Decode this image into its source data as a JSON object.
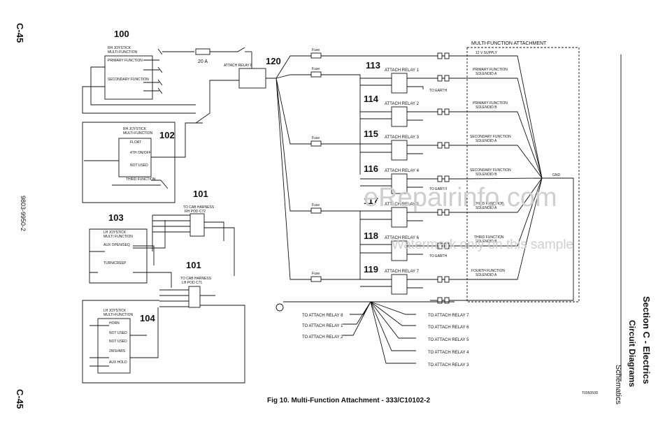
{
  "page": {
    "page_code": "C-45",
    "doc_number": "9803-9950-2",
    "figure_caption": "Fig 10. Multi-Function Attachment - 333/C10102-2",
    "figure_ref": "T095050D",
    "section_title": "Section C - Electrics",
    "section_sub": "Circuit Diagrams",
    "section_sub2": "Schematics"
  },
  "watermark": {
    "line1": "eRepairinfo.com",
    "line2": "Watermark only on this sample"
  },
  "blocks": {
    "b100": {
      "num": "100",
      "title": [
        "RH JOYSTICK",
        "MULTI-FUNCTION"
      ],
      "rows": [
        "PRIMARY FUNCTION",
        "SECONDARY FUNCTION"
      ]
    },
    "b102": {
      "num": "102",
      "title": [
        "RH JOYSTICK",
        "MULTI-FUNCTION"
      ],
      "rows": [
        "FLOAT",
        "4TH ON/OFF",
        "NOT USED",
        "THIRD FUNCTION"
      ]
    },
    "b101a": {
      "num": "101",
      "title": [
        "TO CAB HARNESS",
        "RH POD C72"
      ]
    },
    "b103": {
      "num": "103",
      "title": [
        "LH JOYSTICK",
        "MULTI FUNCTION"
      ],
      "rows": [
        "AUX OPEN/SEQ",
        "TURN/CREEP"
      ]
    },
    "b101b": {
      "num": "101",
      "title": [
        "TO CAB HARNESS",
        "LH POD C71"
      ]
    },
    "b104": {
      "num": "104",
      "title": [
        "LH JOYSTICK",
        "MULTI-FUNCTION"
      ],
      "rows": [
        "HORN",
        "NOT USED",
        "NOT USED",
        "2WS/4WS",
        "AUX HOLD"
      ]
    },
    "b120": {
      "num": "120",
      "title": "ATTACH RELAY 8"
    },
    "fuse20": "20 A"
  },
  "relays": [
    {
      "num": "113",
      "label": "ATTACH RELAY 1"
    },
    {
      "num": "114",
      "label": "ATTACH RELAY 2"
    },
    {
      "num": "115",
      "label": "ATTACH RELAY 3"
    },
    {
      "num": "116",
      "label": "ATTACH RELAY 4"
    },
    {
      "num": "117",
      "label": "ATTACH RELAY 5"
    },
    {
      "num": "118",
      "label": "ATTACH RELAY 6"
    },
    {
      "num": "119",
      "label": "ATTACH RELAY 7"
    }
  ],
  "earth_label": "TO EARTH",
  "fuse_label": "Fuse",
  "mfa": {
    "title": "MULTI-FUNCTION ATTACHMENT",
    "supply": "12 V SUPPLY",
    "solenoids": [
      [
        "PRIMARY FUNCTION",
        "SOLENOID A"
      ],
      [
        "PRIMARY FUNCTION",
        "SOLENOID B"
      ],
      [
        "SECONDARY FUNCTION",
        "SOLENOID A"
      ],
      [
        "SECONDARY FUNCTION",
        "SOLENOID B"
      ],
      [
        "THIRD FUNCTION",
        "SOLENOID A"
      ],
      [
        "THIRD FUNCTION",
        "SOLENOID B"
      ],
      [
        "FOURTH FUNCTION",
        "SOLENOID A"
      ]
    ],
    "gnd": "GND"
  },
  "bottom_connectors": {
    "left": [
      "TO ATTACH RELAY 8",
      "TO ATTACH RELAY 1",
      "TO ATTACH RELAY 2"
    ],
    "right": [
      "TO ATTACH RELAY 7",
      "TO ATTACH RELAY 6",
      "TO ATTACH RELAY 5",
      "TO ATTACH RELAY 4",
      "TO ATTACH RELAY 3"
    ]
  }
}
